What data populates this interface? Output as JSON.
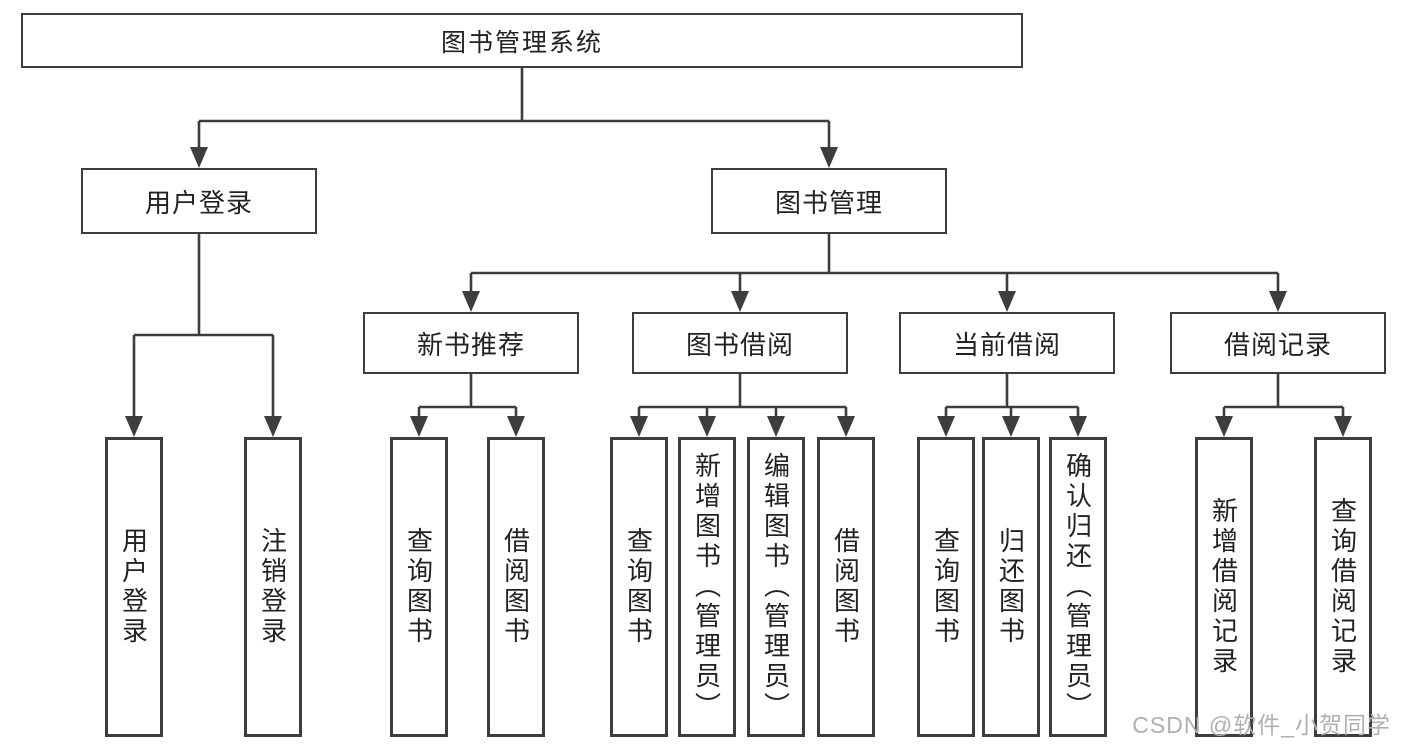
{
  "diagram": {
    "title": "图书管理系统",
    "colors": {
      "line": "#3d3d3d",
      "box_border": "#3d3d3d",
      "text": "#222222",
      "background": "#ffffff",
      "watermark": "#b0b0b0"
    },
    "tree": {
      "label": "图书管理系统",
      "children": [
        {
          "label": "用户登录",
          "children": [
            {
              "label": "用户登录"
            },
            {
              "label": "注销登录"
            }
          ]
        },
        {
          "label": "图书管理",
          "children": [
            {
              "label": "新书推荐",
              "children": [
                {
                  "label": "查询图书"
                },
                {
                  "label": "借阅图书"
                }
              ]
            },
            {
              "label": "图书借阅",
              "children": [
                {
                  "label": "查询图书"
                },
                {
                  "label": "新增图书（管理员）"
                },
                {
                  "label": "编辑图书（管理员）"
                },
                {
                  "label": "借阅图书"
                }
              ]
            },
            {
              "label": "当前借阅",
              "children": [
                {
                  "label": "查询图书"
                },
                {
                  "label": "归还图书"
                },
                {
                  "label": "确认归还（管理员）"
                }
              ]
            },
            {
              "label": "借阅记录",
              "children": [
                {
                  "label": "新增借阅记录"
                },
                {
                  "label": "查询借阅记录"
                }
              ]
            }
          ]
        }
      ]
    },
    "watermark": {
      "text": "CSDN @软件_小贺同学"
    }
  }
}
